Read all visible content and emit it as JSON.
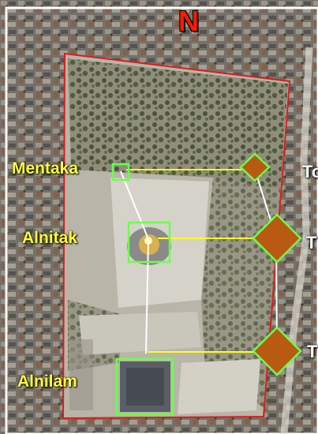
{
  "compass": {
    "north": "N"
  },
  "stars": [
    {
      "name": "Mentaka"
    },
    {
      "name": "Alnitak"
    },
    {
      "name": "Alnilam"
    }
  ],
  "right_labels": [
    "To",
    "T",
    "T"
  ],
  "colors": {
    "boundary": "#d81e1e",
    "star_box": "#6bff4a",
    "connector": "#ffff1e",
    "diamond_fill": "#b95a12",
    "diamond_stroke": "#6bff4a",
    "label": "#ffff3a",
    "north": "#ff1a00"
  }
}
